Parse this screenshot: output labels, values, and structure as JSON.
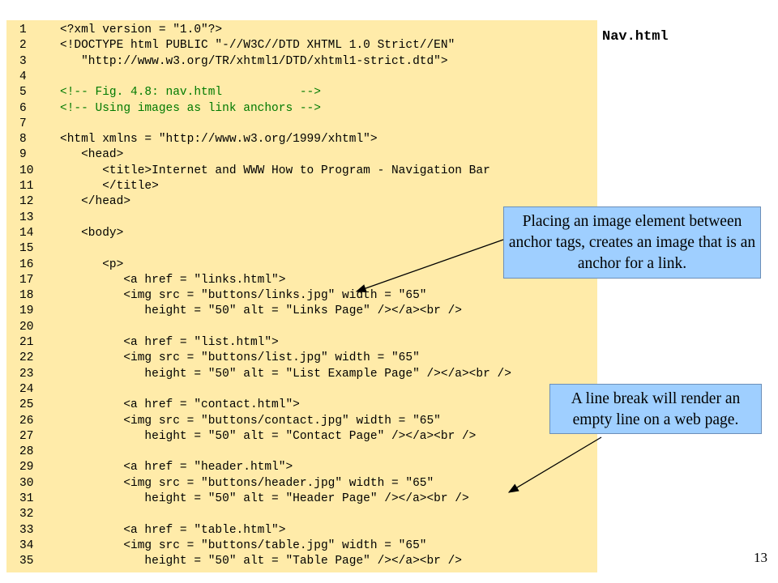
{
  "slide": {
    "file_title": "Nav.html",
    "page_number": "13",
    "callouts": [
      "Placing an image element between anchor tags, creates an image that is an anchor for a link.",
      "A line break will render an empty line on a web page."
    ]
  },
  "code": [
    {
      "n": "1",
      "text": "<?xml version = \"1.0\"?>",
      "kind": "text"
    },
    {
      "n": "2",
      "text": "<!DOCTYPE html PUBLIC \"-//W3C//DTD XHTML 1.0 Strict//EN\"",
      "kind": "text"
    },
    {
      "n": "3",
      "text": "   \"http://www.w3.org/TR/xhtml1/DTD/xhtml1-strict.dtd\">",
      "kind": "text"
    },
    {
      "n": "4",
      "text": "",
      "kind": "text"
    },
    {
      "n": "5",
      "text": "<!-- Fig. 4.8: nav.html           -->",
      "kind": "comment"
    },
    {
      "n": "6",
      "text": "<!-- Using images as link anchors -->",
      "kind": "comment"
    },
    {
      "n": "7",
      "text": "",
      "kind": "text"
    },
    {
      "n": "8",
      "text": "<html xmlns = \"http://www.w3.org/1999/xhtml\">",
      "kind": "text"
    },
    {
      "n": "9",
      "text": "   <head>",
      "kind": "text"
    },
    {
      "n": "10",
      "text": "      <title>Internet and WWW How to Program - Navigation Bar",
      "kind": "text"
    },
    {
      "n": "11",
      "text": "      </title>",
      "kind": "text"
    },
    {
      "n": "12",
      "text": "   </head>",
      "kind": "text"
    },
    {
      "n": "13",
      "text": "",
      "kind": "text"
    },
    {
      "n": "14",
      "text": "   <body>",
      "kind": "text"
    },
    {
      "n": "15",
      "text": "",
      "kind": "text"
    },
    {
      "n": "16",
      "text": "      <p>",
      "kind": "text"
    },
    {
      "n": "17",
      "text": "         <a href = \"links.html\">",
      "kind": "text"
    },
    {
      "n": "18",
      "text": "         <img src = \"buttons/links.jpg\" width = \"65\"",
      "kind": "text"
    },
    {
      "n": "19",
      "text": "            height = \"50\" alt = \"Links Page\" /></a><br />",
      "kind": "text"
    },
    {
      "n": "20",
      "text": "",
      "kind": "text"
    },
    {
      "n": "21",
      "text": "         <a href = \"list.html\">",
      "kind": "text"
    },
    {
      "n": "22",
      "text": "         <img src = \"buttons/list.jpg\" width = \"65\"",
      "kind": "text"
    },
    {
      "n": "23",
      "text": "            height = \"50\" alt = \"List Example Page\" /></a><br />",
      "kind": "text"
    },
    {
      "n": "24",
      "text": "",
      "kind": "text"
    },
    {
      "n": "25",
      "text": "         <a href = \"contact.html\">",
      "kind": "text"
    },
    {
      "n": "26",
      "text": "         <img src = \"buttons/contact.jpg\" width = \"65\"",
      "kind": "text"
    },
    {
      "n": "27",
      "text": "            height = \"50\" alt = \"Contact Page\" /></a><br />",
      "kind": "text"
    },
    {
      "n": "28",
      "text": "",
      "kind": "text"
    },
    {
      "n": "29",
      "text": "         <a href = \"header.html\">",
      "kind": "text"
    },
    {
      "n": "30",
      "text": "         <img src = \"buttons/header.jpg\" width = \"65\"",
      "kind": "text"
    },
    {
      "n": "31",
      "text": "            height = \"50\" alt = \"Header Page\" /></a><br />",
      "kind": "text"
    },
    {
      "n": "32",
      "text": "",
      "kind": "text"
    },
    {
      "n": "33",
      "text": "         <a href = \"table.html\">",
      "kind": "text"
    },
    {
      "n": "34",
      "text": "         <img src = \"buttons/table.jpg\" width = \"65\"",
      "kind": "text"
    },
    {
      "n": "35",
      "text": "            height = \"50\" alt = \"Table Page\" /></a><br />",
      "kind": "text"
    }
  ]
}
